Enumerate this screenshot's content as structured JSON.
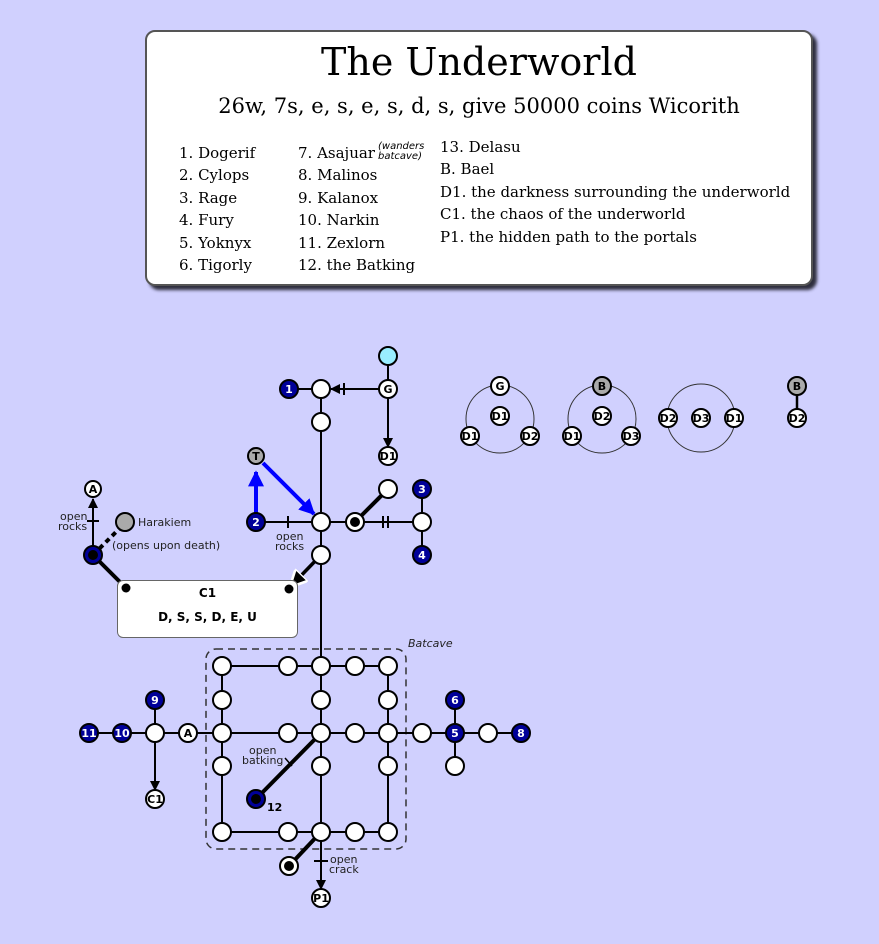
{
  "header": {
    "title": "The Underworld",
    "directions": "26w, 7s, e, s, e, s, d, s, give 50000 coins Wicorith"
  },
  "legend": {
    "column1": [
      "1. Dogerif",
      "2. Cylops",
      "3. Rage",
      "4. Fury",
      "5. Yoknyx",
      "6. Tigorly"
    ],
    "column2": [
      "7. Asajuar",
      "8. Malinos",
      "9. Kalanox",
      "10. Narkin",
      "11. Zexlorn",
      "12. the Batking"
    ],
    "asajuar_note_line1": "(wanders",
    "asajuar_note_line2": "batcave)",
    "column3": [
      "13. Delasu",
      "B. Bael",
      "D1. the darkness surrounding the underworld",
      "C1. the chaos of the underworld",
      "P1. the hidden path to the portals"
    ]
  },
  "map": {
    "labels": {
      "open_rocks_1_a": "open",
      "open_rocks_1_b": "rocks",
      "open_rocks_2_a": "open",
      "open_rocks_2_b": "rocks",
      "harakiem": "Harakiem",
      "opens_upon_death": "(opens upon death)",
      "batcave": "Batcave",
      "open_batking_a": "open",
      "open_batking_b": "batking",
      "open_crack_a": "open",
      "open_crack_b": "crack",
      "batking_number": "12"
    },
    "c1_box": {
      "title": "C1",
      "directions": "D, S, S, D, E, U"
    },
    "nodes": {
      "n1": "1",
      "n2": "2",
      "n3": "3",
      "n4": "4",
      "n5": "5",
      "n6": "6",
      "n8": "8",
      "n9": "9",
      "n10": "10",
      "n11": "11",
      "G": "G",
      "D1": "D1",
      "T": "T",
      "A": "A",
      "C1": "C1",
      "P1": "P1"
    },
    "portal_diagrams": [
      {
        "top": "G",
        "center": "D1",
        "left": "D1",
        "right": "D2"
      },
      {
        "top": "B",
        "center": "D2",
        "left": "D1",
        "right": "D3"
      },
      {
        "left": "D2",
        "center": "D3",
        "right": "D1"
      },
      {
        "top": "B",
        "bottom": "D2"
      }
    ],
    "colors": {
      "background": "#d0d0fe",
      "npc_node": "#000099",
      "start_node": "#99eeff",
      "gray_node": "#aaaaaa",
      "teleport_path": "#0000ff"
    }
  }
}
